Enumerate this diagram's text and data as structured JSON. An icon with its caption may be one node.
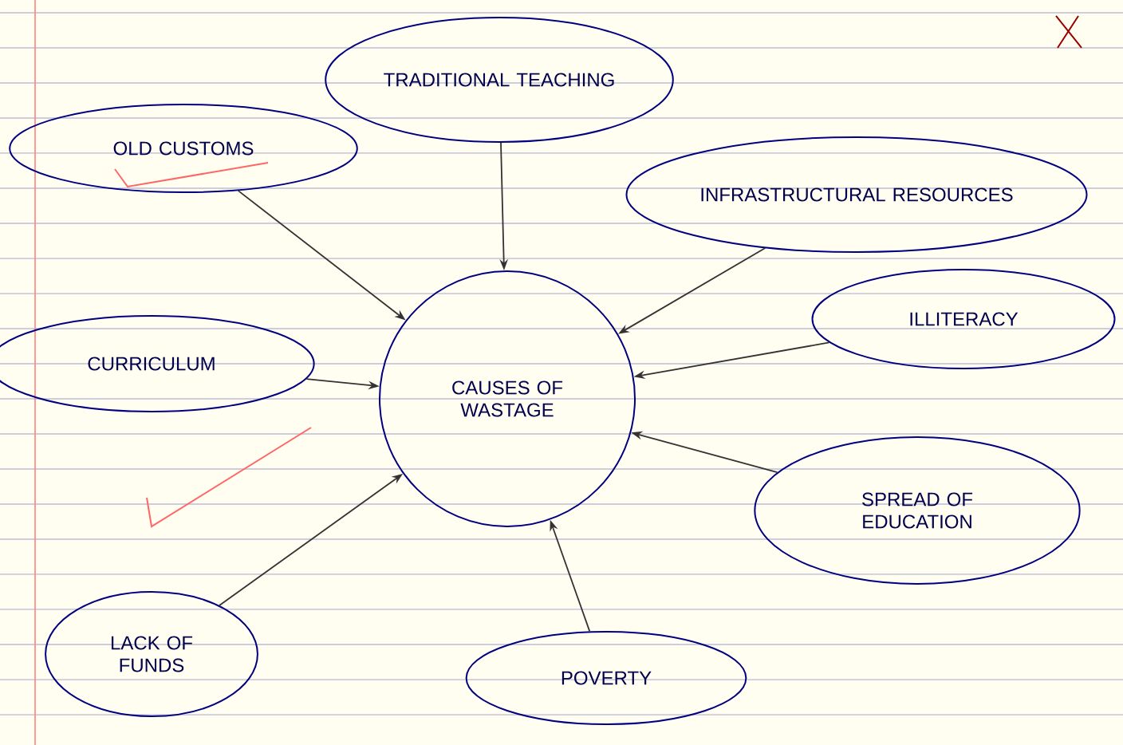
{
  "diagram": {
    "nodes": [
      {
        "text": [
          "CAUSES OF WASTAGE"
        ]
      },
      {
        "text": [
          "TRADITIONAL TEACHING"
        ]
      },
      {
        "text": [
          "OLD CUSTOMS"
        ]
      },
      {
        "text": [
          "INFRASTRUCTURAL RESOURCES"
        ]
      },
      {
        "text": [
          "ILLITERACY"
        ]
      },
      {
        "text": [
          "CURRICULUM"
        ]
      },
      {
        "text": [
          "SPREAD OF EDUCATION"
        ]
      },
      {
        "text": [
          "LACK OF FUNDS"
        ]
      },
      {
        "text": [
          "POVERTY"
        ]
      }
    ],
    "edges": [
      {
        "from": 1,
        "to": 0,
        "arrow": "to"
      },
      {
        "from": 2,
        "to": 0,
        "arrow": "to"
      },
      {
        "from": 3,
        "to": 0,
        "arrow": "to"
      },
      {
        "from": 4,
        "to": 0,
        "arrow": "to"
      },
      {
        "from": 5,
        "to": 0,
        "arrow": "to"
      },
      {
        "from": 6,
        "to": 0,
        "arrow": "to"
      },
      {
        "from": 7,
        "to": 0,
        "arrow": "to"
      },
      {
        "from": 8,
        "to": 0,
        "arrow": "to"
      }
    ]
  }
}
